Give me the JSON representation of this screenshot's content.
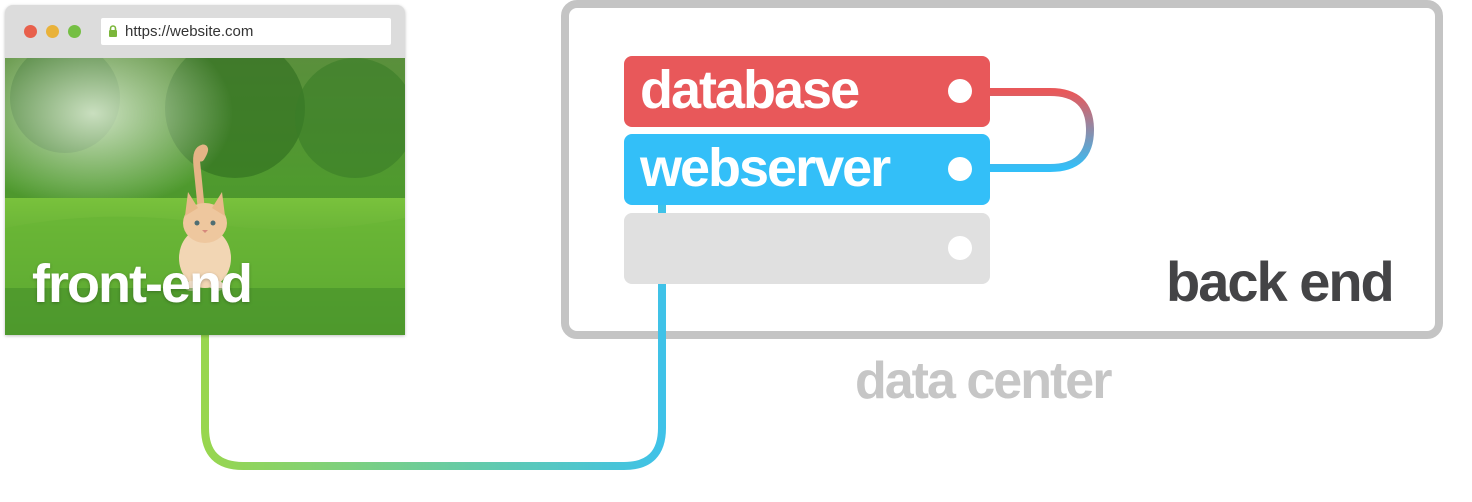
{
  "browser": {
    "url": "https://website.com",
    "frontend_label": "front-end",
    "window_controls": {
      "close": "#e8604c",
      "minimize": "#e9b23a",
      "maximize": "#75bf44"
    },
    "photo_description_icon": "kitten-in-grass-photo"
  },
  "datacenter": {
    "label": "data center",
    "backend_label": "back end",
    "servers": [
      {
        "label": "database",
        "color": "#e8585a"
      },
      {
        "label": "webserver",
        "color": "#33bff8"
      },
      {
        "label": "",
        "color": "#e0e0e0"
      }
    ]
  },
  "colors": {
    "frame_gray": "#c4c4c4",
    "backend_text": "#444446",
    "link_green": "#98d64e",
    "link_blue": "#33bff8",
    "link_red": "#e8585a"
  }
}
